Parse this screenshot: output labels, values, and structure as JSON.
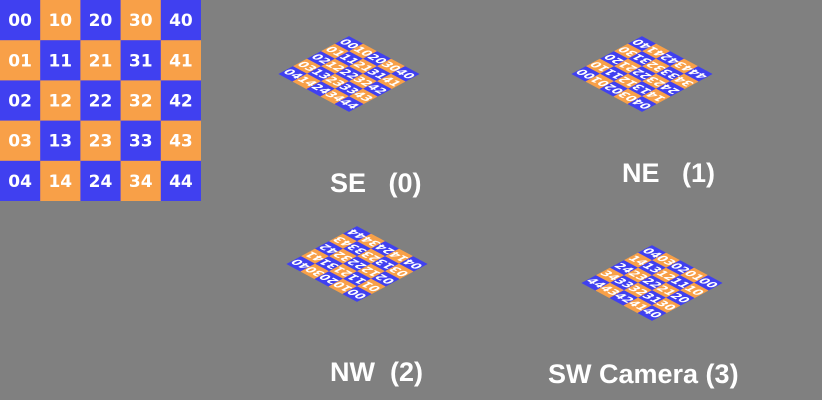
{
  "colors": {
    "background": "#808080",
    "blue": "#4040f0",
    "orange": "#f8a048",
    "text": "#ffffff"
  },
  "grid": {
    "rows": [
      [
        "00",
        "10",
        "20",
        "30",
        "40"
      ],
      [
        "01",
        "11",
        "21",
        "31",
        "41"
      ],
      [
        "02",
        "12",
        "22",
        "32",
        "42"
      ],
      [
        "03",
        "13",
        "23",
        "33",
        "43"
      ],
      [
        "04",
        "14",
        "24",
        "34",
        "44"
      ]
    ]
  },
  "views": [
    {
      "id": "se",
      "caption": "SE   (0)",
      "rotation": 0,
      "flipped_text": false
    },
    {
      "id": "ne",
      "caption": "NE   (1)",
      "rotation": 1,
      "flipped_text": true
    },
    {
      "id": "nw",
      "caption": "NW  (2)",
      "rotation": 2,
      "flipped_text": true
    },
    {
      "id": "sw",
      "caption": "SW Camera (3)",
      "rotation": 3,
      "flipped_text": false
    }
  ]
}
